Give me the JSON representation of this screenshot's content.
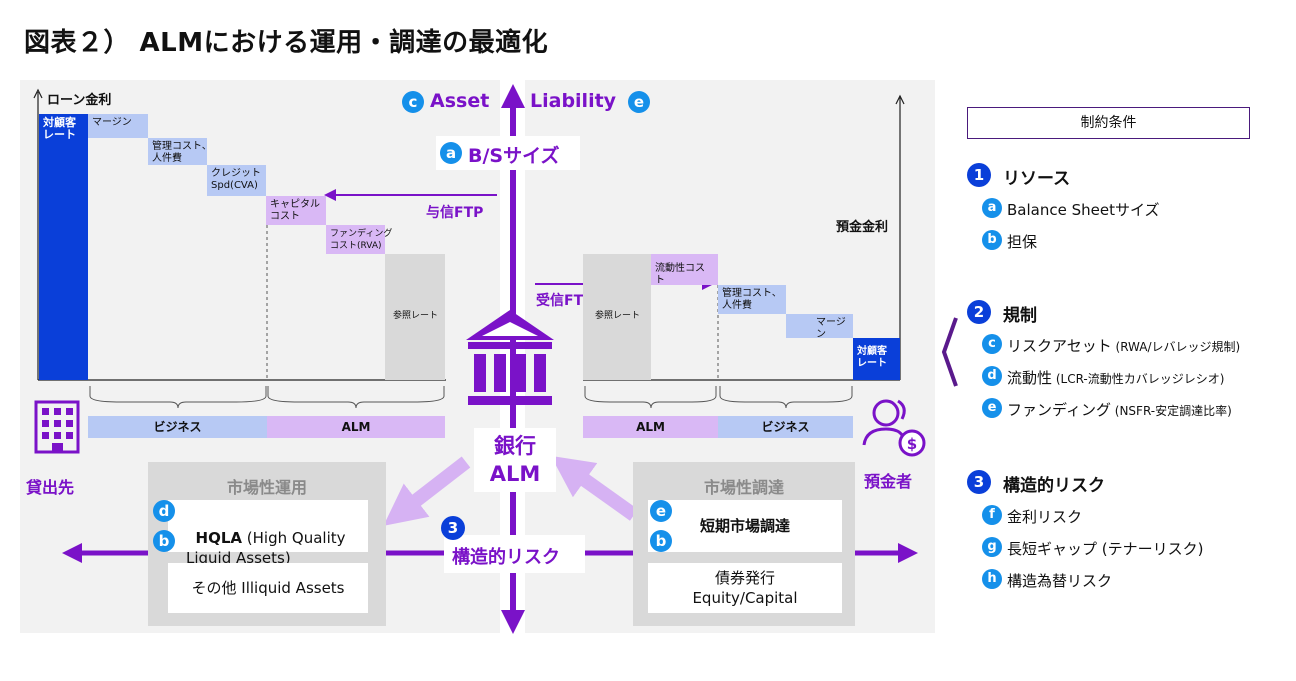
{
  "title": "図表２） ALMにおける運用・調達の最適化",
  "left_chart": {
    "axis_label": "ローン金利",
    "customer_rate": "対顧客\nレート",
    "margin": "マージン",
    "admin_cost": "管理コスト、\n人件費",
    "credit": "クレジット\nSpd(CVA)",
    "capital": "キャピタル\nコスト",
    "funding": "ファンディング\nコスト(RVA)",
    "ref_rate": "参照レート",
    "seg_business": "ビジネス",
    "seg_alm": "ALM"
  },
  "asset_label": "Asset",
  "liability_label": "Liability",
  "bs_size": "B/Sサイズ",
  "yoshin_ftp": "与信FTP",
  "jushin_ftp": "受信FTP",
  "right_chart": {
    "axis_label": "預金金利",
    "ref_rate": "参照レート",
    "liquidity_cost": "流動性コスト",
    "admin_cost": "管理コスト、\n人件費",
    "margin": "マージン",
    "customer_rate": "対顧客\nレート",
    "seg_alm": "ALM",
    "seg_business": "ビジネス"
  },
  "lender_label": "貸出先",
  "depositor_label": "預金者",
  "bank_label": "銀行\nALM",
  "market_invest": {
    "title": "市場性運用",
    "hqla_bold": "HQLA",
    "hqla_rest": " (High Quality\nLiquid Assets)",
    "other": "その他 Illiquid Assets"
  },
  "market_fund": {
    "title": "市場性調達",
    "short_term": "短期市場調達",
    "bonds": "債券発行\nEquity/Capital"
  },
  "structural_risk": "構造的リスク",
  "constraints": {
    "header": "制約条件",
    "g1_title": "リソース",
    "g1_items": [
      "Balance Sheetサイズ",
      "担保"
    ],
    "g2_title": "規制",
    "g2_items": [
      {
        "main": "リスクアセット",
        "note": " (RWA/レバレッジ規制)"
      },
      {
        "main": "流動性",
        "note": " (LCR-流動性カバレッジレシオ)"
      },
      {
        "main": "ファンディング",
        "note": " (NSFR-安定調達比率)"
      }
    ],
    "g3_title": "構造的リスク",
    "g3_items": [
      "金利リスク",
      "長短ギャップ (テナーリスク)",
      "構造為替リスク"
    ]
  },
  "markers": {
    "a": "a",
    "b": "b",
    "c": "c",
    "d": "d",
    "e": "e",
    "f": "f",
    "g": "g",
    "h": "h",
    "n1": "1",
    "n2": "2",
    "n3": "3"
  },
  "colors": {
    "blue": "#0a3fd9",
    "purple": "#7a12c8",
    "badge": "#1590ea",
    "light_blue": "#b7c9f4",
    "light_purple": "#d9b8f5"
  }
}
